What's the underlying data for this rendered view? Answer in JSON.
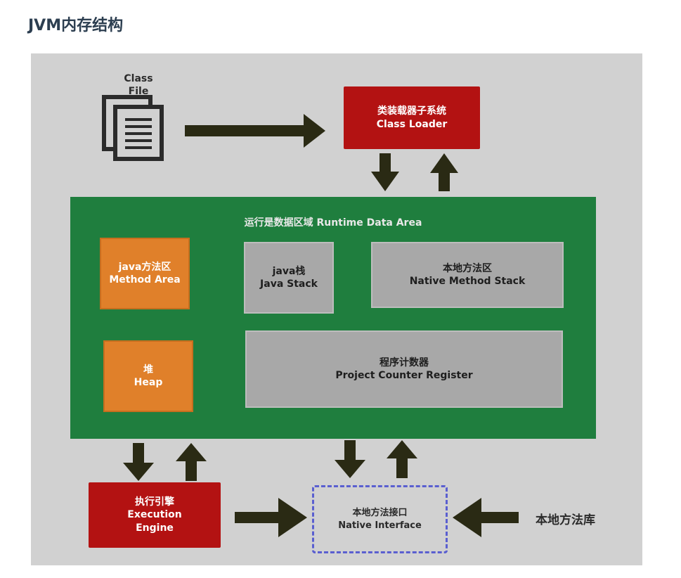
{
  "heading": "JVM内存结构",
  "diagram": {
    "class_file": {
      "label": "Class File",
      "icon": "document-stack-icon"
    },
    "class_loader": {
      "line1": "类装载器子系统",
      "line2": "Class Loader"
    },
    "runtime_area": {
      "title": "运行是数据区域  Runtime Data Area"
    },
    "method_area": {
      "line1": "java方法区",
      "line2": "Method Area"
    },
    "heap": {
      "line1": "堆",
      "line2": "Heap"
    },
    "java_stack": {
      "line1": "java栈",
      "line2": "Java Stack"
    },
    "native_method_stack": {
      "line1": "本地方法区",
      "line2": "Native  Method  Stack"
    },
    "program_counter": {
      "line1": "程序计数器",
      "line2": "Project  Counter  Register"
    },
    "execution_engine": {
      "line1": "执行引擎",
      "line2": "Execution",
      "line3": "Engine"
    },
    "native_interface": {
      "line1": "本地方法接口",
      "line2": "Native Interface"
    },
    "native_library": {
      "label": "本地方法库"
    }
  },
  "colors": {
    "panel": "#d1d1d1",
    "runtime_green": "#1f7e3e",
    "red": "#b31212",
    "orange": "#e0802a",
    "gray": "#a8a8a8",
    "arrow": "#2a2a14",
    "dashed_border": "#5a5fd0"
  }
}
